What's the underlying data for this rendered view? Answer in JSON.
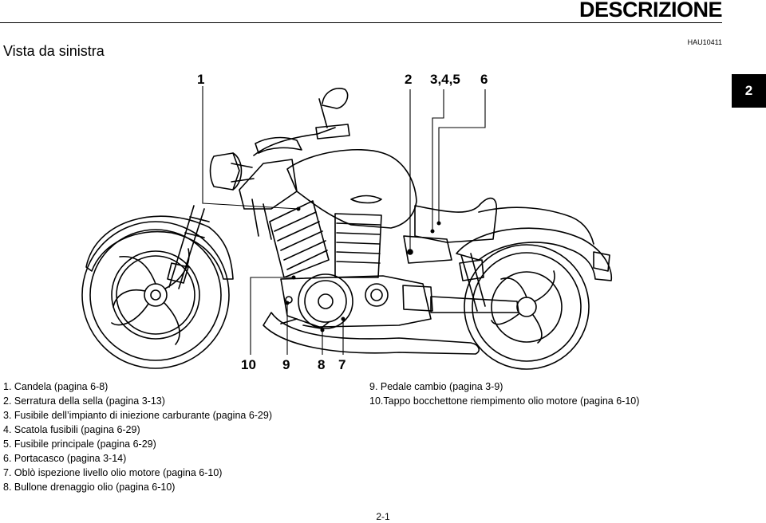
{
  "header": {
    "title": "DESCRIZIONE",
    "ref_code": "HAU10411"
  },
  "section_title": "Vista da sinistra",
  "chapter_tab": "2",
  "callouts": {
    "c1": "1",
    "c2": "2",
    "c345": "3,4,5",
    "c6": "6",
    "c10": "10",
    "c9": "9",
    "c8": "8",
    "c7": "7"
  },
  "legend": [
    "1. Candela (pagina 6-8)",
    "2. Serratura della sella (pagina 3-13)",
    "3. Fusibile dell’impianto di iniezione carburante (pagina 6-29)",
    "4. Scatola fusibili (pagina 6-29)",
    "5. Fusibile principale (pagina 6-29)",
    "6. Portacasco (pagina 3-14)",
    "7. Oblò ispezione livello olio motore (pagina 6-10)",
    "8. Bullone drenaggio olio (pagina 6-10)",
    "9. Pedale cambio (pagina 3-9)",
    "10.Tappo bocchettone riempimento olio motore (pagina 6-10)"
  ],
  "page_number": "2-1"
}
